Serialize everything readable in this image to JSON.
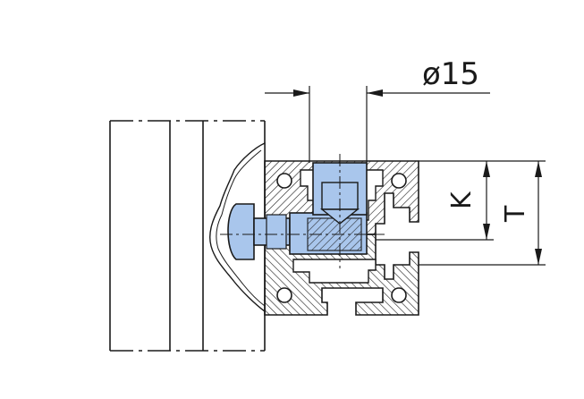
{
  "labels": {
    "diameter": "ø15",
    "k": "K",
    "t": "T"
  },
  "colors": {
    "line": "#1a1a1a",
    "part_fill": "#a9c6ec",
    "part_dark": "#8fb0db",
    "background": "#ffffff"
  }
}
